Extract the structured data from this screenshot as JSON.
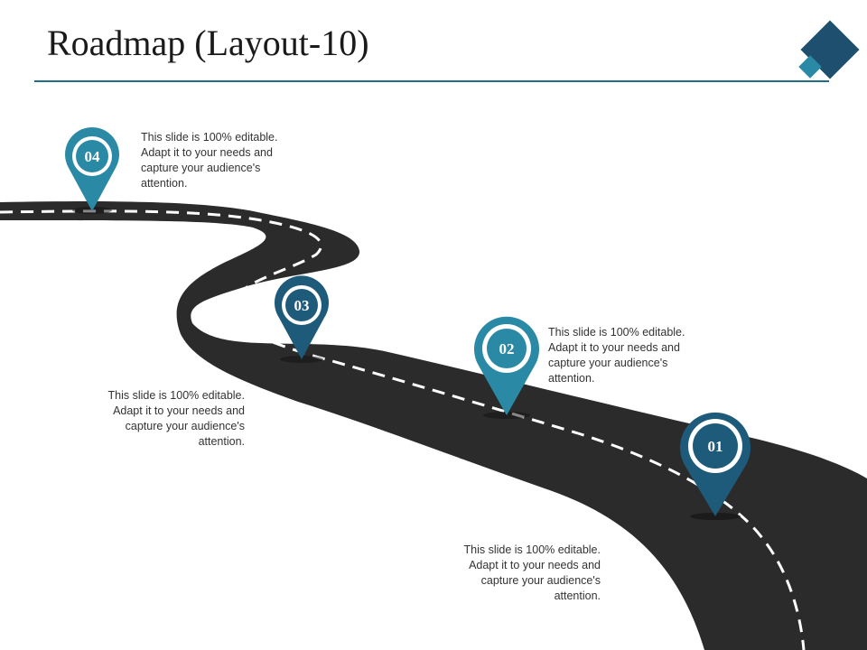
{
  "slide": {
    "title": "Roadmap (Layout-10)"
  },
  "markers": [
    {
      "label": "04",
      "color": "#2a8aa5"
    },
    {
      "label": "03",
      "color": "#1e5a7a"
    },
    {
      "label": "02",
      "color": "#2a8aa5"
    },
    {
      "label": "01",
      "color": "#1e5a7a"
    }
  ],
  "notes": [
    {
      "lines": [
        "This slide is 100% editable.",
        "Adapt it to your needs and",
        "capture your audience's",
        "attention."
      ]
    },
    {
      "lines": [
        "This slide is 100% editable.",
        "Adapt it to your needs and",
        "capture your audience's",
        "attention."
      ]
    },
    {
      "lines": [
        "This slide is 100% editable.",
        "Adapt it to your needs and",
        "capture your audience's",
        "attention."
      ]
    },
    {
      "lines": [
        "This slide is 100% editable.",
        "Adapt it to your needs and",
        "capture your audience's",
        "attention."
      ]
    }
  ],
  "colors": {
    "road": "#2b2b2b",
    "road_line": "#ffffff",
    "accent_dark": "#1e4f6e",
    "accent_light": "#2a8aa5"
  }
}
